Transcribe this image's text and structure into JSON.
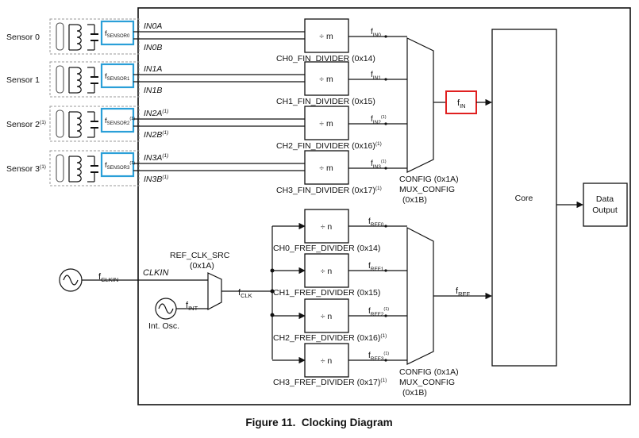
{
  "caption": "Figure 11.  Clocking Diagram",
  "sensors": [
    {
      "label": "Sensor 0",
      "note": "",
      "fsub": "SENSOR0",
      "fnote": "",
      "pin_a": "IN0A",
      "pin_b": "IN0B",
      "pin_note": "",
      "fin_sub": "IN0",
      "fin_note": "",
      "divider": "÷ m",
      "register": "CH0_FIN_DIVIDER (0x14)",
      "reg_note": ""
    },
    {
      "label": "Sensor 1",
      "note": "",
      "fsub": "SENSOR1",
      "fnote": "",
      "pin_a": "IN1A",
      "pin_b": "IN1B",
      "pin_note": "",
      "fin_sub": "IN1",
      "fin_note": "",
      "divider": "÷ m",
      "register": "CH1_FIN_DIVIDER (0x15)",
      "reg_note": ""
    },
    {
      "label": "Sensor 2",
      "note": "(1)",
      "fsub": "SENSOR2",
      "fnote": "(1)",
      "pin_a": "IN2A",
      "pin_b": "IN2B",
      "pin_note": "(1)",
      "fin_sub": "IN2",
      "fin_note": "(1)",
      "divider": "÷ m",
      "register": "CH2_FIN_DIVIDER (0x16)",
      "reg_note": "(1)"
    },
    {
      "label": "Sensor 3",
      "note": "(1)",
      "fsub": "SENSOR3",
      "fnote": "(1)",
      "pin_a": "IN3A",
      "pin_b": "IN3B",
      "pin_note": "(1)",
      "fin_sub": "IN3",
      "fin_note": "(1)",
      "divider": "÷ m",
      "register": "CH3_FIN_DIVIDER (0x17)",
      "reg_note": "(1)"
    }
  ],
  "ref_dividers": [
    {
      "divider": "÷ n",
      "register": "CH0_FREF_DIVIDER (0x14)",
      "reg_note": "",
      "fref_sub": "REF0",
      "fref_note": ""
    },
    {
      "divider": "÷ n",
      "register": "CH1_FREF_DIVIDER (0x15)",
      "reg_note": "",
      "fref_sub": "REF1",
      "fref_note": ""
    },
    {
      "divider": "÷ n",
      "register": "CH2_FREF_DIVIDER (0x16)",
      "reg_note": "(1)",
      "fref_sub": "REF2",
      "fref_note": "(1)"
    },
    {
      "divider": "÷ n",
      "register": "CH3_FREF_DIVIDER (0x17)",
      "reg_note": "(1)",
      "fref_sub": "REF3",
      "fref_note": "(1)"
    }
  ],
  "mux_fin": {
    "lines": [
      "CONFIG (0x1A)",
      "MUX_CONFIG",
      "(0x1B)"
    ]
  },
  "mux_fref": {
    "lines": [
      "CONFIG (0x1A)",
      "MUX_CONFIG",
      "(0x1B)"
    ]
  },
  "fin_out": {
    "main": "f",
    "sub": "IN"
  },
  "fref_out": {
    "main": "f",
    "sub": "REF"
  },
  "core": "Core",
  "data_output": [
    "Data",
    "Output"
  ],
  "clkin": {
    "pin": "CLKIN",
    "fmain": "f",
    "fsub": "CLKIN"
  },
  "ref_clk_src": [
    "REF_CLK_SRC",
    "(0x1A)"
  ],
  "fclk": {
    "main": "f",
    "sub": "CLK"
  },
  "int_osc": {
    "label": "Int. Osc.",
    "fmain": "f",
    "fsub": "INT"
  },
  "colors": {
    "sensor_box": "#2a9fd8",
    "highlight": "#e02020",
    "line": "#111111",
    "dashed": "#9a9a9a"
  }
}
